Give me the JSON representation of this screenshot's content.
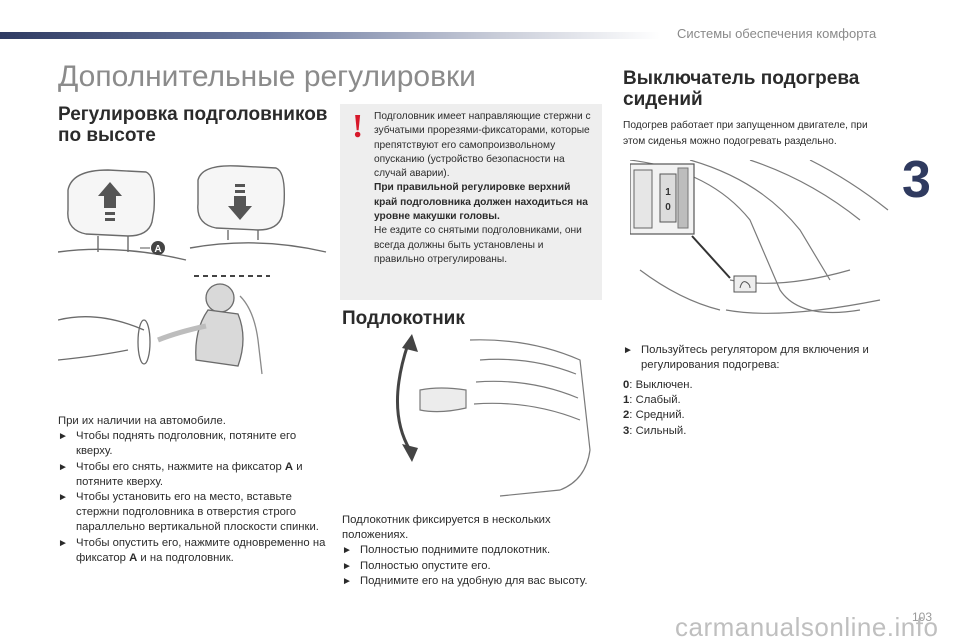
{
  "header": {
    "section_title": "Системы обеспечения комфорта",
    "chapter": "3",
    "page": "103"
  },
  "title": "Дополнительные регулировки",
  "headrest": {
    "heading": "Регулировка подголовников по высоте",
    "callout": "A",
    "intro": "При их наличии на автомобиле.",
    "b1": "Чтобы поднять подголовник, потяните его кверху.",
    "b2_pre": "Чтобы его снять, нажмите на фиксатор ",
    "b2_bold": "A",
    "b2_post": " и потяните кверху.",
    "b3": "Чтобы установить его на место, вставьте стержни подголовника в отверстия строго параллельно вертикальной плоскости спинки.",
    "b4_pre": "Чтобы опустить его, нажмите одновременно на фиксатор ",
    "b4_bold": "A",
    "b4_post": " и на подголовник."
  },
  "warning": {
    "icon": "!",
    "text1": "Подголовник имеет направляющие стержни с зубчатыми прорезями-фиксаторами, которые препятствуют его самопроизвольному опусканию (устройство безопасности на случай аварии).",
    "bold": "При правильной регулировке верхний край подголовника должен находиться на уровне макушки головы.",
    "text2": "Не ездите со снятыми подголовниками, они всегда должны быть установлены и правильно отрегулированы."
  },
  "armrest": {
    "heading": "Подлокотник",
    "intro": "Подлокотник фиксируется в нескольких положениях.",
    "b1": "Полностью поднимите подлокотник.",
    "b2": "Полностью опустите его.",
    "b3": "Поднимите его на удобную для вас высоту."
  },
  "seat_heating": {
    "heading": "Выключатель подогрева сидений",
    "desc": "Подогрев работает при запущенном двигателе, при этом сиденья можно подогревать раздельно.",
    "bullet": "Пользуйтесь регулятором для включения и регулирования подогрева:",
    "dial_labels": [
      "1",
      "0"
    ],
    "levels": [
      {
        "num": "0",
        "label": ": Выключен."
      },
      {
        "num": "1",
        "label": ": Слабый."
      },
      {
        "num": "2",
        "label": ": Средний."
      },
      {
        "num": "3",
        "label": ": Сильный."
      }
    ]
  },
  "watermark": "carmanualsonline.info",
  "colors": {
    "accent_red": "#d7182a",
    "header_blue": "#2f3a5f",
    "title_gray": "#8b8b8b"
  }
}
